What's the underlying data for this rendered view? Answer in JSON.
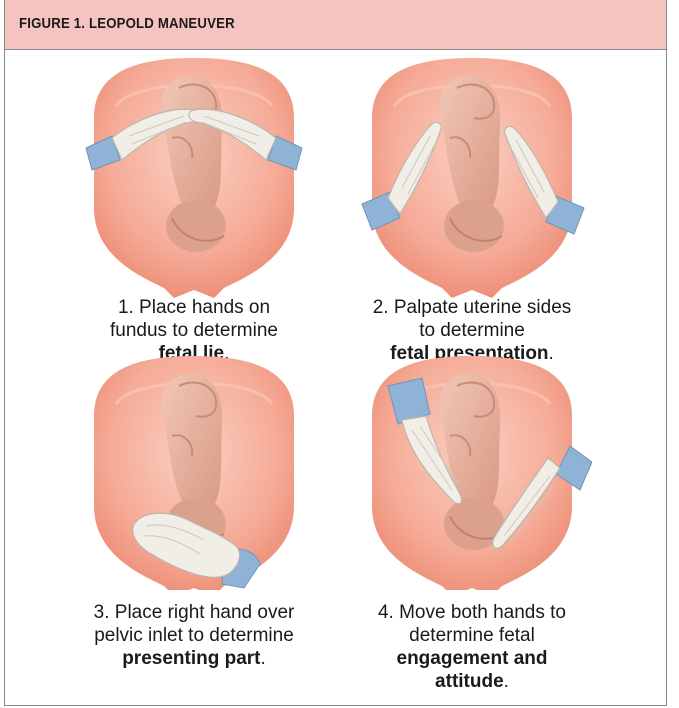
{
  "header": {
    "title": "FIGURE 1. LEOPOLD MANEUVER"
  },
  "colors": {
    "header_bg": "#f5c3c0",
    "uterus": "#f5a894",
    "uterus_inner": "#f9c2b1",
    "fetus": "#e7b3a0",
    "glove": "#f1ede7",
    "cuff": "#8fb3d6"
  },
  "steps": [
    {
      "line1": "1. Place hands on",
      "line2": "fundus to determine",
      "emphasis": "fetal lie",
      "tail": "."
    },
    {
      "line1": "2. Palpate uterine sides",
      "line2": "to determine",
      "emphasis": "fetal presentation",
      "tail": "."
    },
    {
      "line1": "3. Place right hand over",
      "line2": "pelvic inlet to determine",
      "emphasis": "presenting part",
      "tail": "."
    },
    {
      "line1": "4. Move both hands to",
      "line2": "determine fetal",
      "emphasis": "engagement and",
      "emphasis2": "attitude",
      "tail": "."
    }
  ]
}
